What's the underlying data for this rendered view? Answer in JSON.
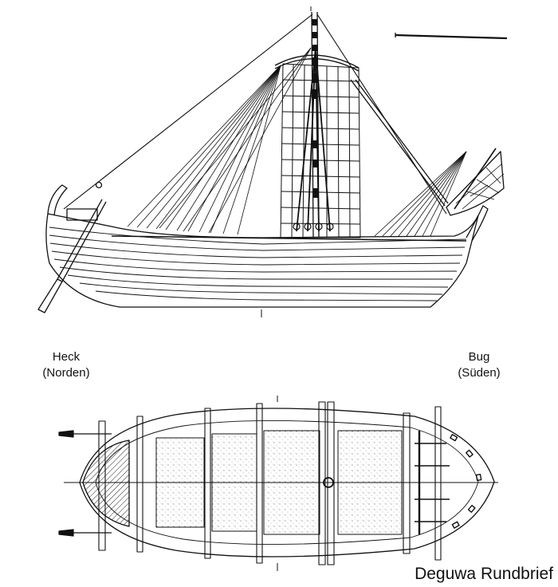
{
  "labels": {
    "stern_line1": "Heck",
    "stern_line2": "(Norden)",
    "bow_line1": "Bug",
    "bow_line2": "(Süden)"
  },
  "credit": "Deguwa Rundbrief",
  "colors": {
    "ink": "#111111",
    "paper": "#ffffff"
  }
}
